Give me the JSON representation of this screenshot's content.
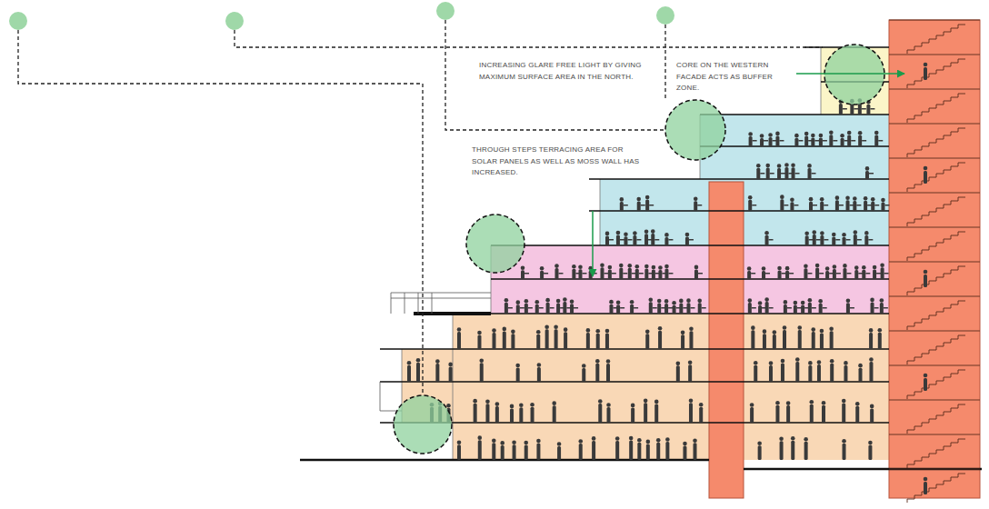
{
  "diagram": {
    "labels": [
      "INCREASING GLARE FREE LIGHT BY GIVING MAXIMUM SURFACE AREA IN THE NORTH.",
      "CORE ON THE WESTERN FACADE ACTS AS BUFFER ZONE.",
      "THROUGH STEPS TERRACING AREA FOR SOLAR PANELS AS WELL AS MOSS WALL HAS INCREASED."
    ]
  }
}
